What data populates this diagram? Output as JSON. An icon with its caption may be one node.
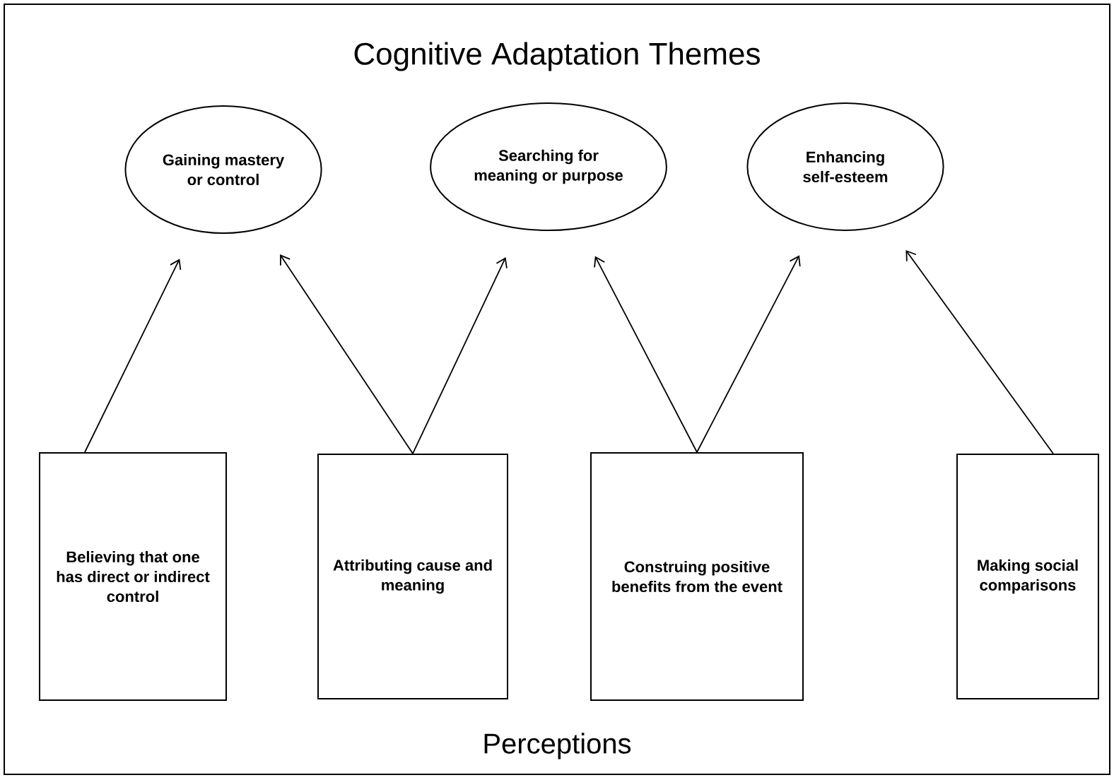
{
  "diagram": {
    "title": "Cognitive Adaptation Themes",
    "nodes": [
      {
        "text": [
          "Gaining mastery or control"
        ]
      },
      {
        "text": [
          "Searching for meaning or purpose"
        ]
      },
      {
        "text": [
          "Enhancing self-esteem"
        ]
      },
      {
        "text": [
          "Believing that one has direct or indirect control"
        ]
      },
      {
        "text": [
          "Attributing cause and meaning"
        ]
      },
      {
        "text": [
          "Construing positive benefits from the event"
        ]
      },
      {
        "text": [
          "Making social comparisons"
        ]
      }
    ],
    "edges": [
      {
        "from": 3,
        "to": 0,
        "arrow": "to"
      },
      {
        "from": 4,
        "to": 0,
        "arrow": "to"
      },
      {
        "from": 4,
        "to": 1,
        "arrow": "to"
      },
      {
        "from": 5,
        "to": 1,
        "arrow": "to"
      },
      {
        "from": 5,
        "to": 2,
        "arrow": "to"
      },
      {
        "from": 6,
        "to": 2,
        "arrow": "to"
      }
    ],
    "labels": [
      "Perceptions"
    ]
  }
}
